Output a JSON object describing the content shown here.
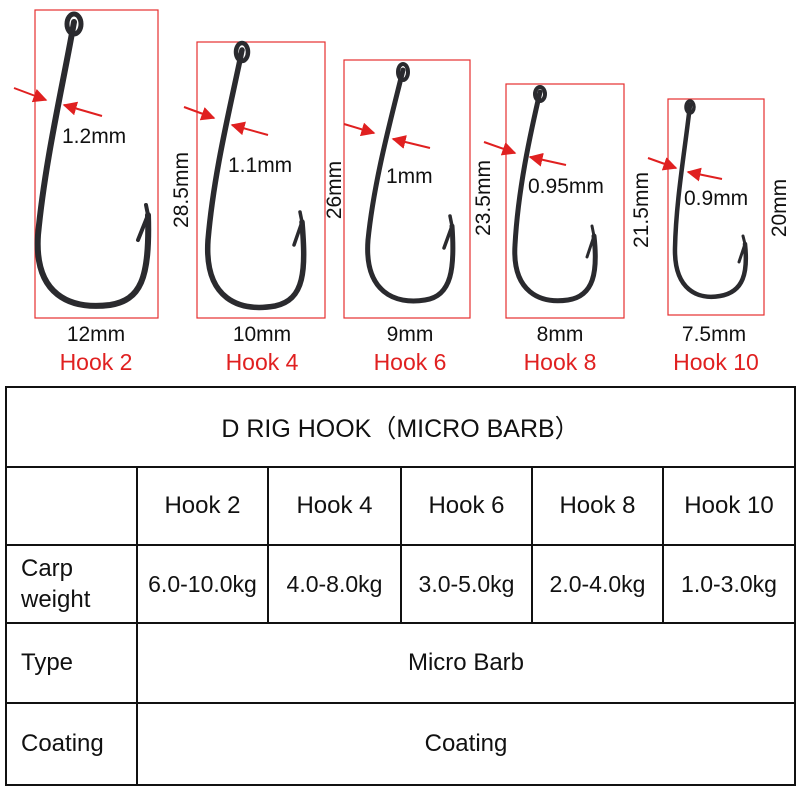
{
  "colors": {
    "accent": "#e02020",
    "hook": "#2a2a2e",
    "border": "#111111"
  },
  "hooks": [
    {
      "name": "Hook 2",
      "wire": "1.2mm",
      "length": "28.5mm",
      "width": "12mm"
    },
    {
      "name": "Hook 4",
      "wire": "1.1mm",
      "length": "26mm",
      "width": "10mm"
    },
    {
      "name": "Hook 6",
      "wire": "1mm",
      "length": "23.5mm",
      "width": "9mm"
    },
    {
      "name": "Hook 8",
      "wire": "0.95mm",
      "length": "21.5mm",
      "width": "8mm"
    },
    {
      "name": "Hook 10",
      "wire": "0.9mm",
      "length": "20mm",
      "width": "7.5mm"
    }
  ],
  "table": {
    "title": "D RIG HOOK（MICRO BARB）",
    "headers": [
      "Hook 2",
      "Hook 4",
      "Hook 6",
      "Hook 8",
      "Hook 10"
    ],
    "carp_label_line1": "Carp",
    "carp_label_line2": "weight",
    "weights": [
      "6.0-10.0kg",
      "4.0-8.0kg",
      "3.0-5.0kg",
      "2.0-4.0kg",
      "1.0-3.0kg"
    ],
    "type_label": "Type",
    "type_value": "Micro Barb",
    "coating_label": "Coating",
    "coating_value": "Coating"
  }
}
